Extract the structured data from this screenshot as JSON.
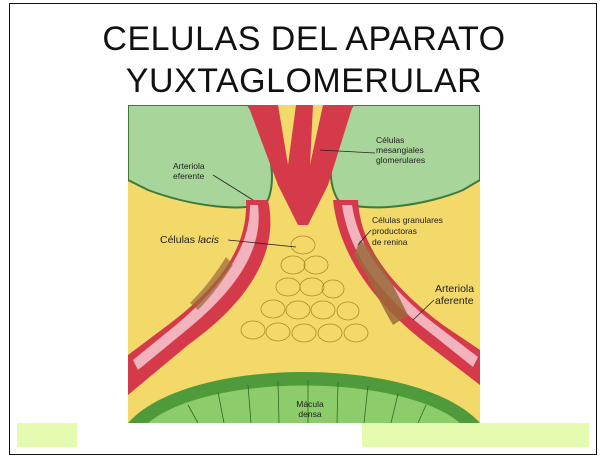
{
  "slide": {
    "title_line1": "CELULAS DEL APARATO",
    "title_line2": "YUXTAGLOMERULAR"
  },
  "figure": {
    "labels": {
      "mesangial": [
        "Células",
        "mesangiales",
        "glomerulares"
      ],
      "eferente": [
        "Arteriola",
        "eferente"
      ],
      "granulares": [
        "Células granulares",
        "productoras",
        "de renina"
      ],
      "lacis_prefix": "Células ",
      "lacis_italic": "lacis",
      "aferente": [
        "Arteriola",
        "aferente"
      ],
      "macula": [
        "Mácula",
        "densa"
      ]
    }
  },
  "colors": {
    "background": "#ffffff",
    "green_box": "#e5fbb0",
    "glomerulus_green": "#9fcf8f",
    "tissue_yellow": "#f3d86a",
    "arteriole_red": "#d53a4a",
    "lumen_pink": "#f2b3bd",
    "macula_green": "#4f9a3b"
  }
}
